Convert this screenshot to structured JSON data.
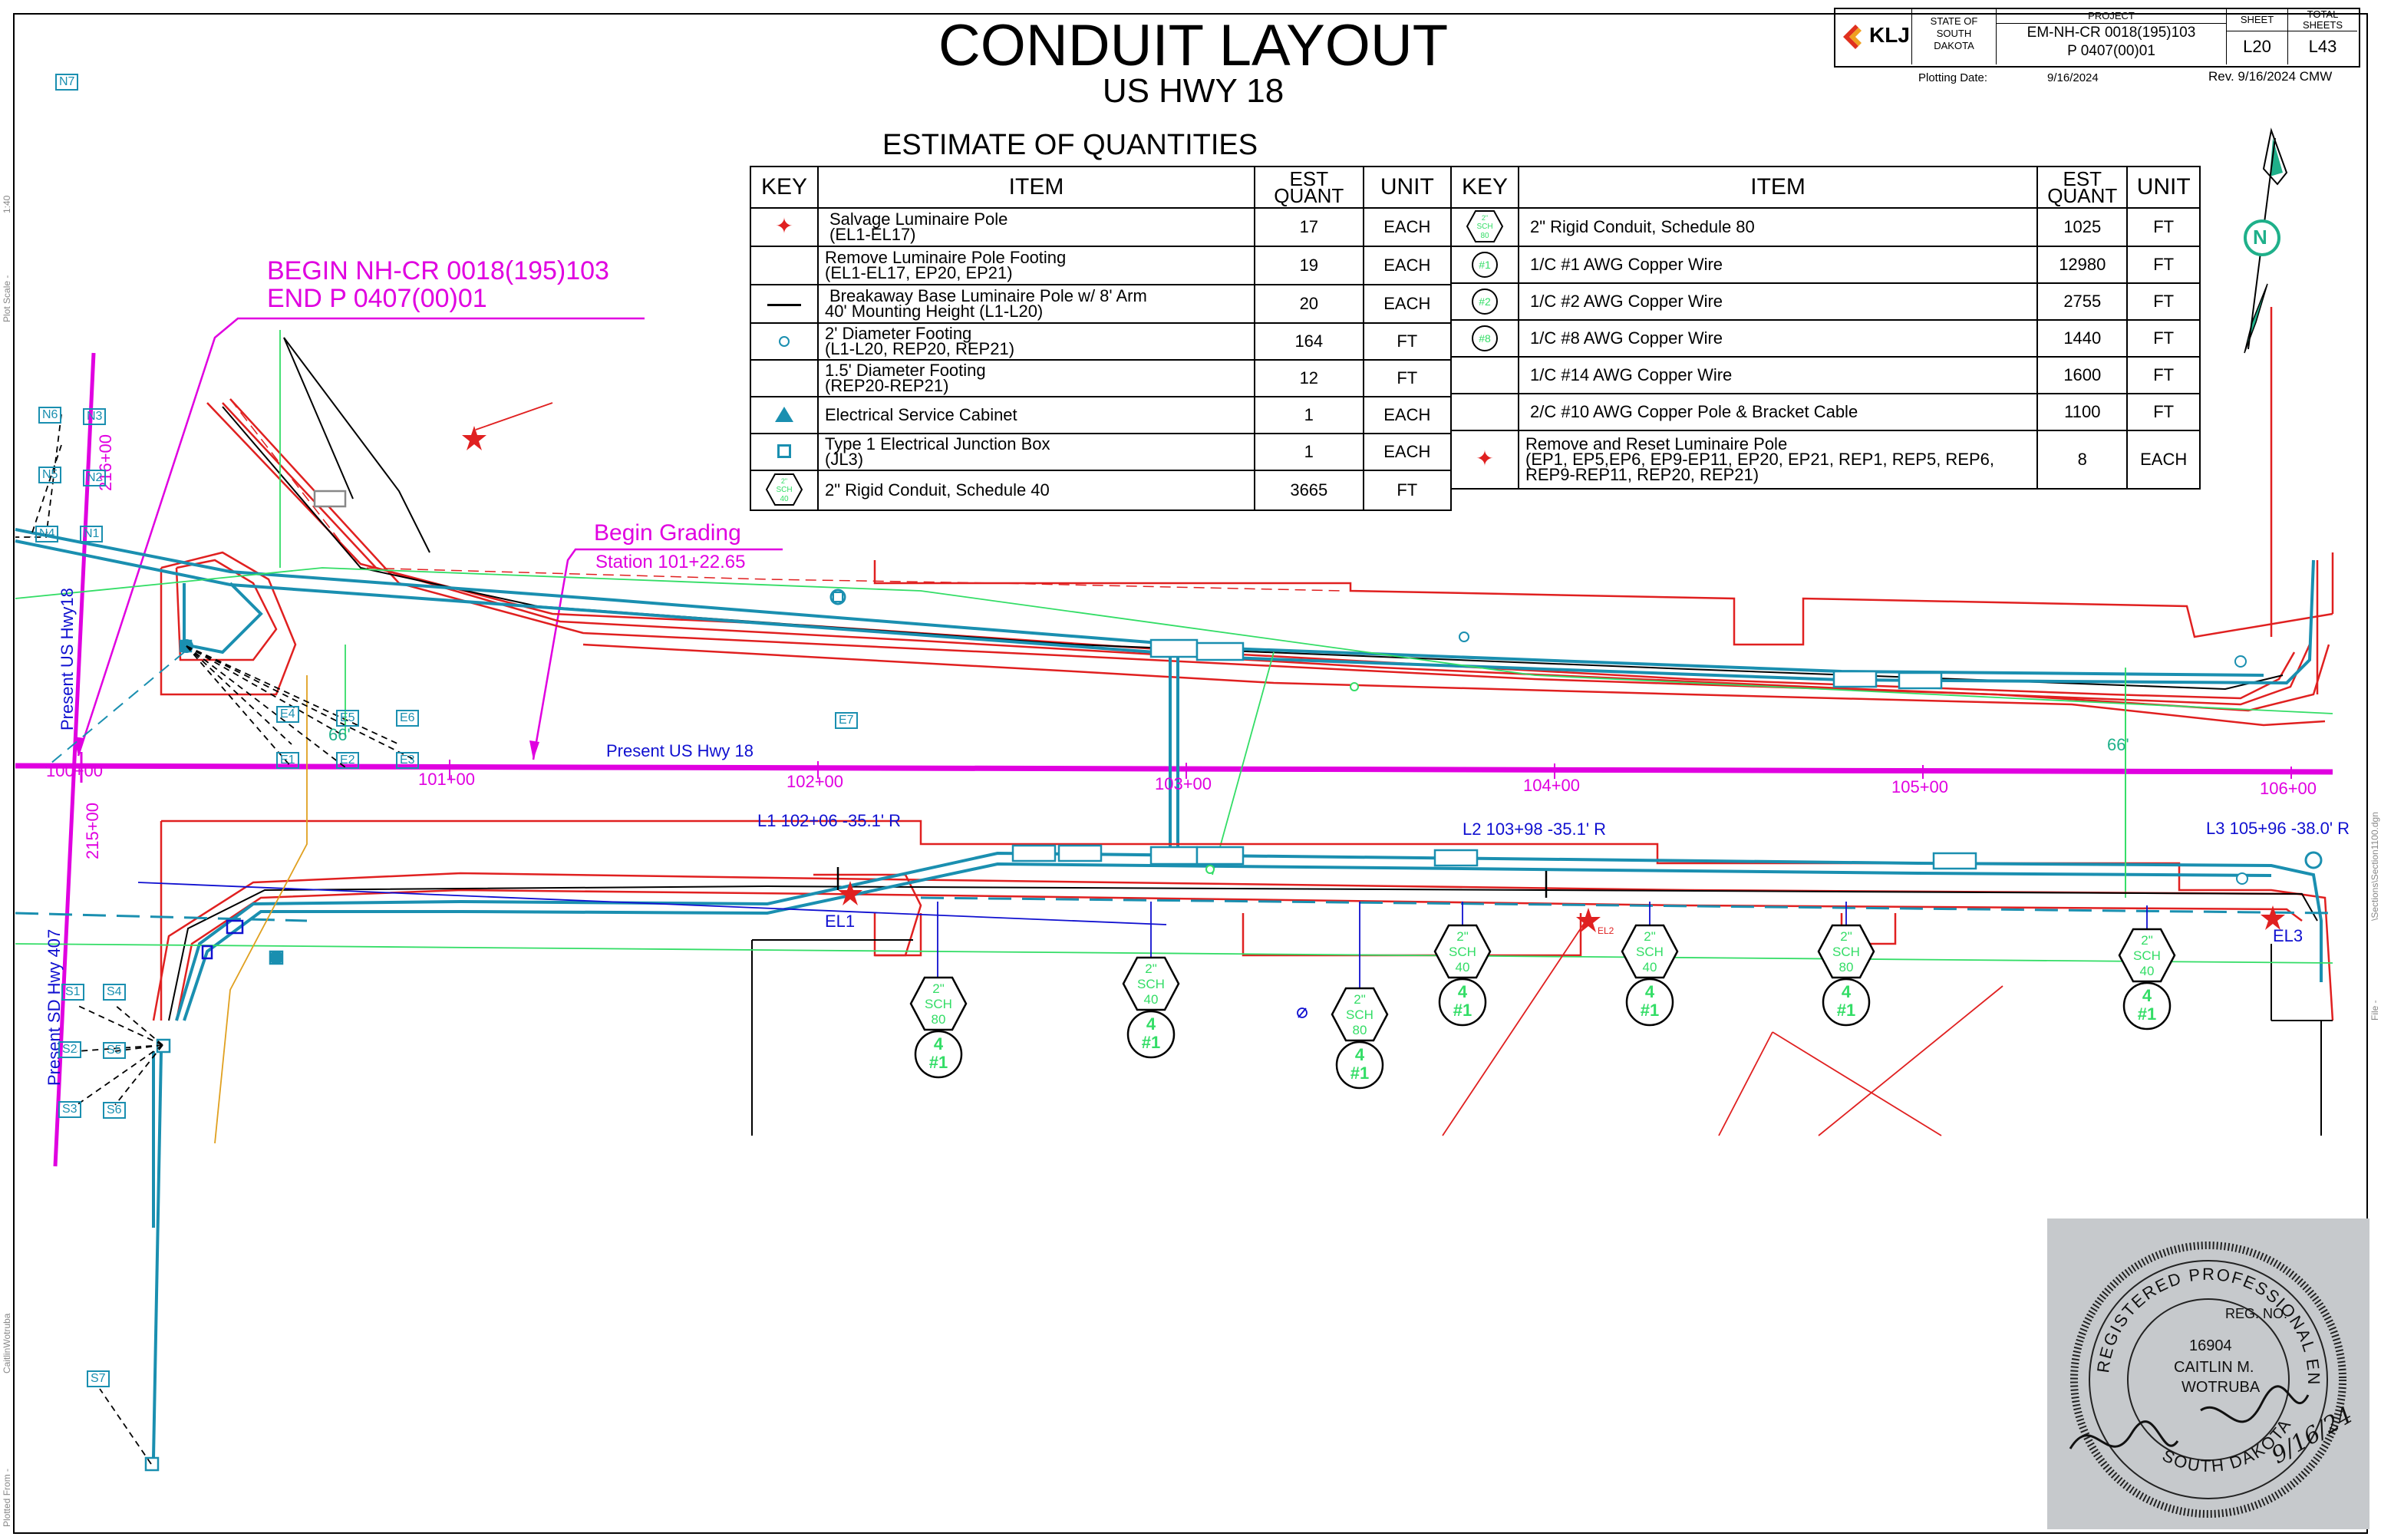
{
  "title": {
    "main": "CONDUIT  LAYOUT",
    "sub": "US HWY 18"
  },
  "title_block": {
    "logo": "KLJ",
    "state_label_1": "STATE OF",
    "state_label_2": "SOUTH",
    "state_label_3": "DAKOTA",
    "project_header": "PROJECT",
    "project_1": "EM-NH-CR 0018(195)103",
    "project_2": "P 0407(00)01",
    "sheet_header": "SHEET",
    "sheet": "L20",
    "total_header_1": "TOTAL",
    "total_header_2": "SHEETS",
    "total": "L43",
    "plotting_label": "Plotting Date:",
    "plotting_date": "9/16/2024",
    "revision": "Rev. 9/16/2024 CMW"
  },
  "estimate": {
    "heading": "ESTIMATE OF QUANTITIES",
    "headers": {
      "key": "KEY",
      "item": "ITEM",
      "quant_1": "EST",
      "quant_2": "QUANT",
      "unit": "UNIT"
    },
    "left_rows": [
      {
        "key_icon": "red-star-icon",
        "item_1": "Salvage Luminaire Pole",
        "item_2": "(EL1-EL17)",
        "quant": "17",
        "unit": "EACH"
      },
      {
        "key_icon": "",
        "item_1": "Remove Luminaire Pole Footing",
        "item_2": "(EL1-EL17, EP20, EP21)",
        "quant": "19",
        "unit": "EACH"
      },
      {
        "key_icon": "luminaire-pole-icon",
        "item_1": "Breakaway Base Luminaire Pole w/ 8' Arm",
        "item_2": "40' Mounting Height (L1-L20)",
        "quant": "20",
        "unit": "EACH"
      },
      {
        "key_icon": "footing-circle-icon",
        "item_1": "2' Diameter Footing",
        "item_2": "(L1-L20, REP20, REP21)",
        "quant": "164",
        "unit": "FT"
      },
      {
        "key_icon": "",
        "item_1": "1.5' Diameter Footing",
        "item_2": "(REP20-REP21)",
        "quant": "12",
        "unit": "FT"
      },
      {
        "key_icon": "triangle-icon",
        "item_1": "Electrical Service Cabinet",
        "item_2": "",
        "quant": "1",
        "unit": "EACH"
      },
      {
        "key_icon": "junction-box-icon",
        "item_1": "Type 1 Electrical Junction Box",
        "item_2": "(JL3)",
        "quant": "1",
        "unit": "EACH"
      },
      {
        "key_icon": "hex-sch40-icon",
        "item_1": "2\" Rigid Conduit, Schedule 40",
        "item_2": "",
        "quant": "3665",
        "unit": "FT"
      }
    ],
    "right_rows": [
      {
        "key_icon": "hex-sch80-icon",
        "item_1": "2\" Rigid Conduit, Schedule 80",
        "item_2": "",
        "item_3": "",
        "quant": "1025",
        "unit": "FT"
      },
      {
        "key_icon": "wire-1-icon",
        "key_text": "#1",
        "item_1": "1/C #1 AWG Copper Wire",
        "item_2": "",
        "item_3": "",
        "quant": "12980",
        "unit": "FT"
      },
      {
        "key_icon": "wire-2-icon",
        "key_text": "#2",
        "item_1": "1/C #2 AWG Copper Wire",
        "item_2": "",
        "item_3": "",
        "quant": "2755",
        "unit": "FT"
      },
      {
        "key_icon": "wire-8-icon",
        "key_text": "#8",
        "item_1": "1/C #8 AWG Copper Wire",
        "item_2": "",
        "item_3": "",
        "quant": "1440",
        "unit": "FT"
      },
      {
        "key_icon": "",
        "item_1": "1/C #14 AWG Copper Wire",
        "item_2": "",
        "item_3": "",
        "quant": "1600",
        "unit": "FT"
      },
      {
        "key_icon": "",
        "item_1": "2/C #10 AWG Copper Pole & Bracket Cable",
        "item_2": "",
        "item_3": "",
        "quant": "1100",
        "unit": "FT"
      },
      {
        "key_icon": "red-star-icon",
        "item_1": "Remove and Reset Luminaire Pole",
        "item_2": "(EP1, EP5,EP6, EP9-EP11, EP20, EP21, REP1, REP5, REP6,",
        "item_3": "REP9-REP11, REP20, REP21)",
        "quant": "8",
        "unit": "EACH"
      }
    ],
    "hex_sch": "SCH",
    "hex_size": "2\"",
    "hex_40": "40",
    "hex_80": "80"
  },
  "annotations": {
    "begin_project_1": "BEGIN NH-CR 0018(195)103",
    "begin_project_2": "END P 0407(00)01",
    "begin_grading": "Begin Grading",
    "grading_station": "Station 101+22.65",
    "present_us18_road": "Present US Hwy 18",
    "present_us18_vertical": "Present US Hwy18",
    "present_sd407": "Present SD Hwy 407",
    "station_216": "216+00",
    "station_215": "215+00",
    "dim_66_left": "66'",
    "dim_66_right": "66'",
    "lum_l1": "L1 102+06 -35.1' R",
    "lum_l2": "L2 103+98 -35.1' R",
    "lum_l3": "L3 105+96 -38.0' R",
    "el1": "EL1",
    "el2": "EL2",
    "el3": "EL3"
  },
  "stations": [
    "100+00",
    "101+00",
    "102+00",
    "103+00",
    "104+00",
    "105+00",
    "106+00"
  ],
  "photo_points": [
    "N7",
    "N6",
    "N3",
    "N5",
    "N2",
    "N4",
    "N1",
    "E4",
    "E5",
    "E6",
    "E1",
    "E2",
    "E3",
    "E7",
    "S1",
    "S4",
    "S2",
    "S5",
    "S3",
    "S6",
    "S7"
  ],
  "conduit_callouts": [
    {
      "size": "2\"",
      "sch": "SCH",
      "grade": "80",
      "count": "4",
      "wire": "#1"
    },
    {
      "size": "2\"",
      "sch": "SCH",
      "grade": "40",
      "count": "4",
      "wire": "#1"
    },
    {
      "size": "2\"",
      "sch": "SCH",
      "grade": "80",
      "count": "4",
      "wire": "#1"
    },
    {
      "size": "2\"",
      "sch": "SCH",
      "grade": "40",
      "count": "4",
      "wire": "#1"
    },
    {
      "size": "2\"",
      "sch": "SCH",
      "grade": "40",
      "count": "4",
      "wire": "#1"
    },
    {
      "size": "2\"",
      "sch": "SCH",
      "grade": "80",
      "count": "4",
      "wire": "#1"
    },
    {
      "size": "2\"",
      "sch": "SCH",
      "grade": "40",
      "count": "4",
      "wire": "#1"
    }
  ],
  "margin": {
    "plot_scale": "Plot Scale -",
    "scale_value": "1:40",
    "plotted_from": "Plotted From -",
    "user": "CaitlinWotruba",
    "file_label": "File -",
    "file_path": "\\Sections\\Section1100.dgn"
  },
  "north_arrow_label": "N",
  "seal": {
    "ring_top": "REGISTERED PROFESSIONAL ENGINEER",
    "reg_no_label": "REG. NO.",
    "reg_no": "16904",
    "name_1": "CAITLIN M.",
    "name_2": "WOTRUBA",
    "ring_bottom": "SOUTH DAKOTA",
    "date": "9/16/24"
  },
  "colors": {
    "magenta": "#e000e0",
    "red": "#e02020",
    "teal": "#1a8fb0",
    "green": "#33dd66",
    "blue": "#1010d0",
    "orange": "#e0a020"
  }
}
